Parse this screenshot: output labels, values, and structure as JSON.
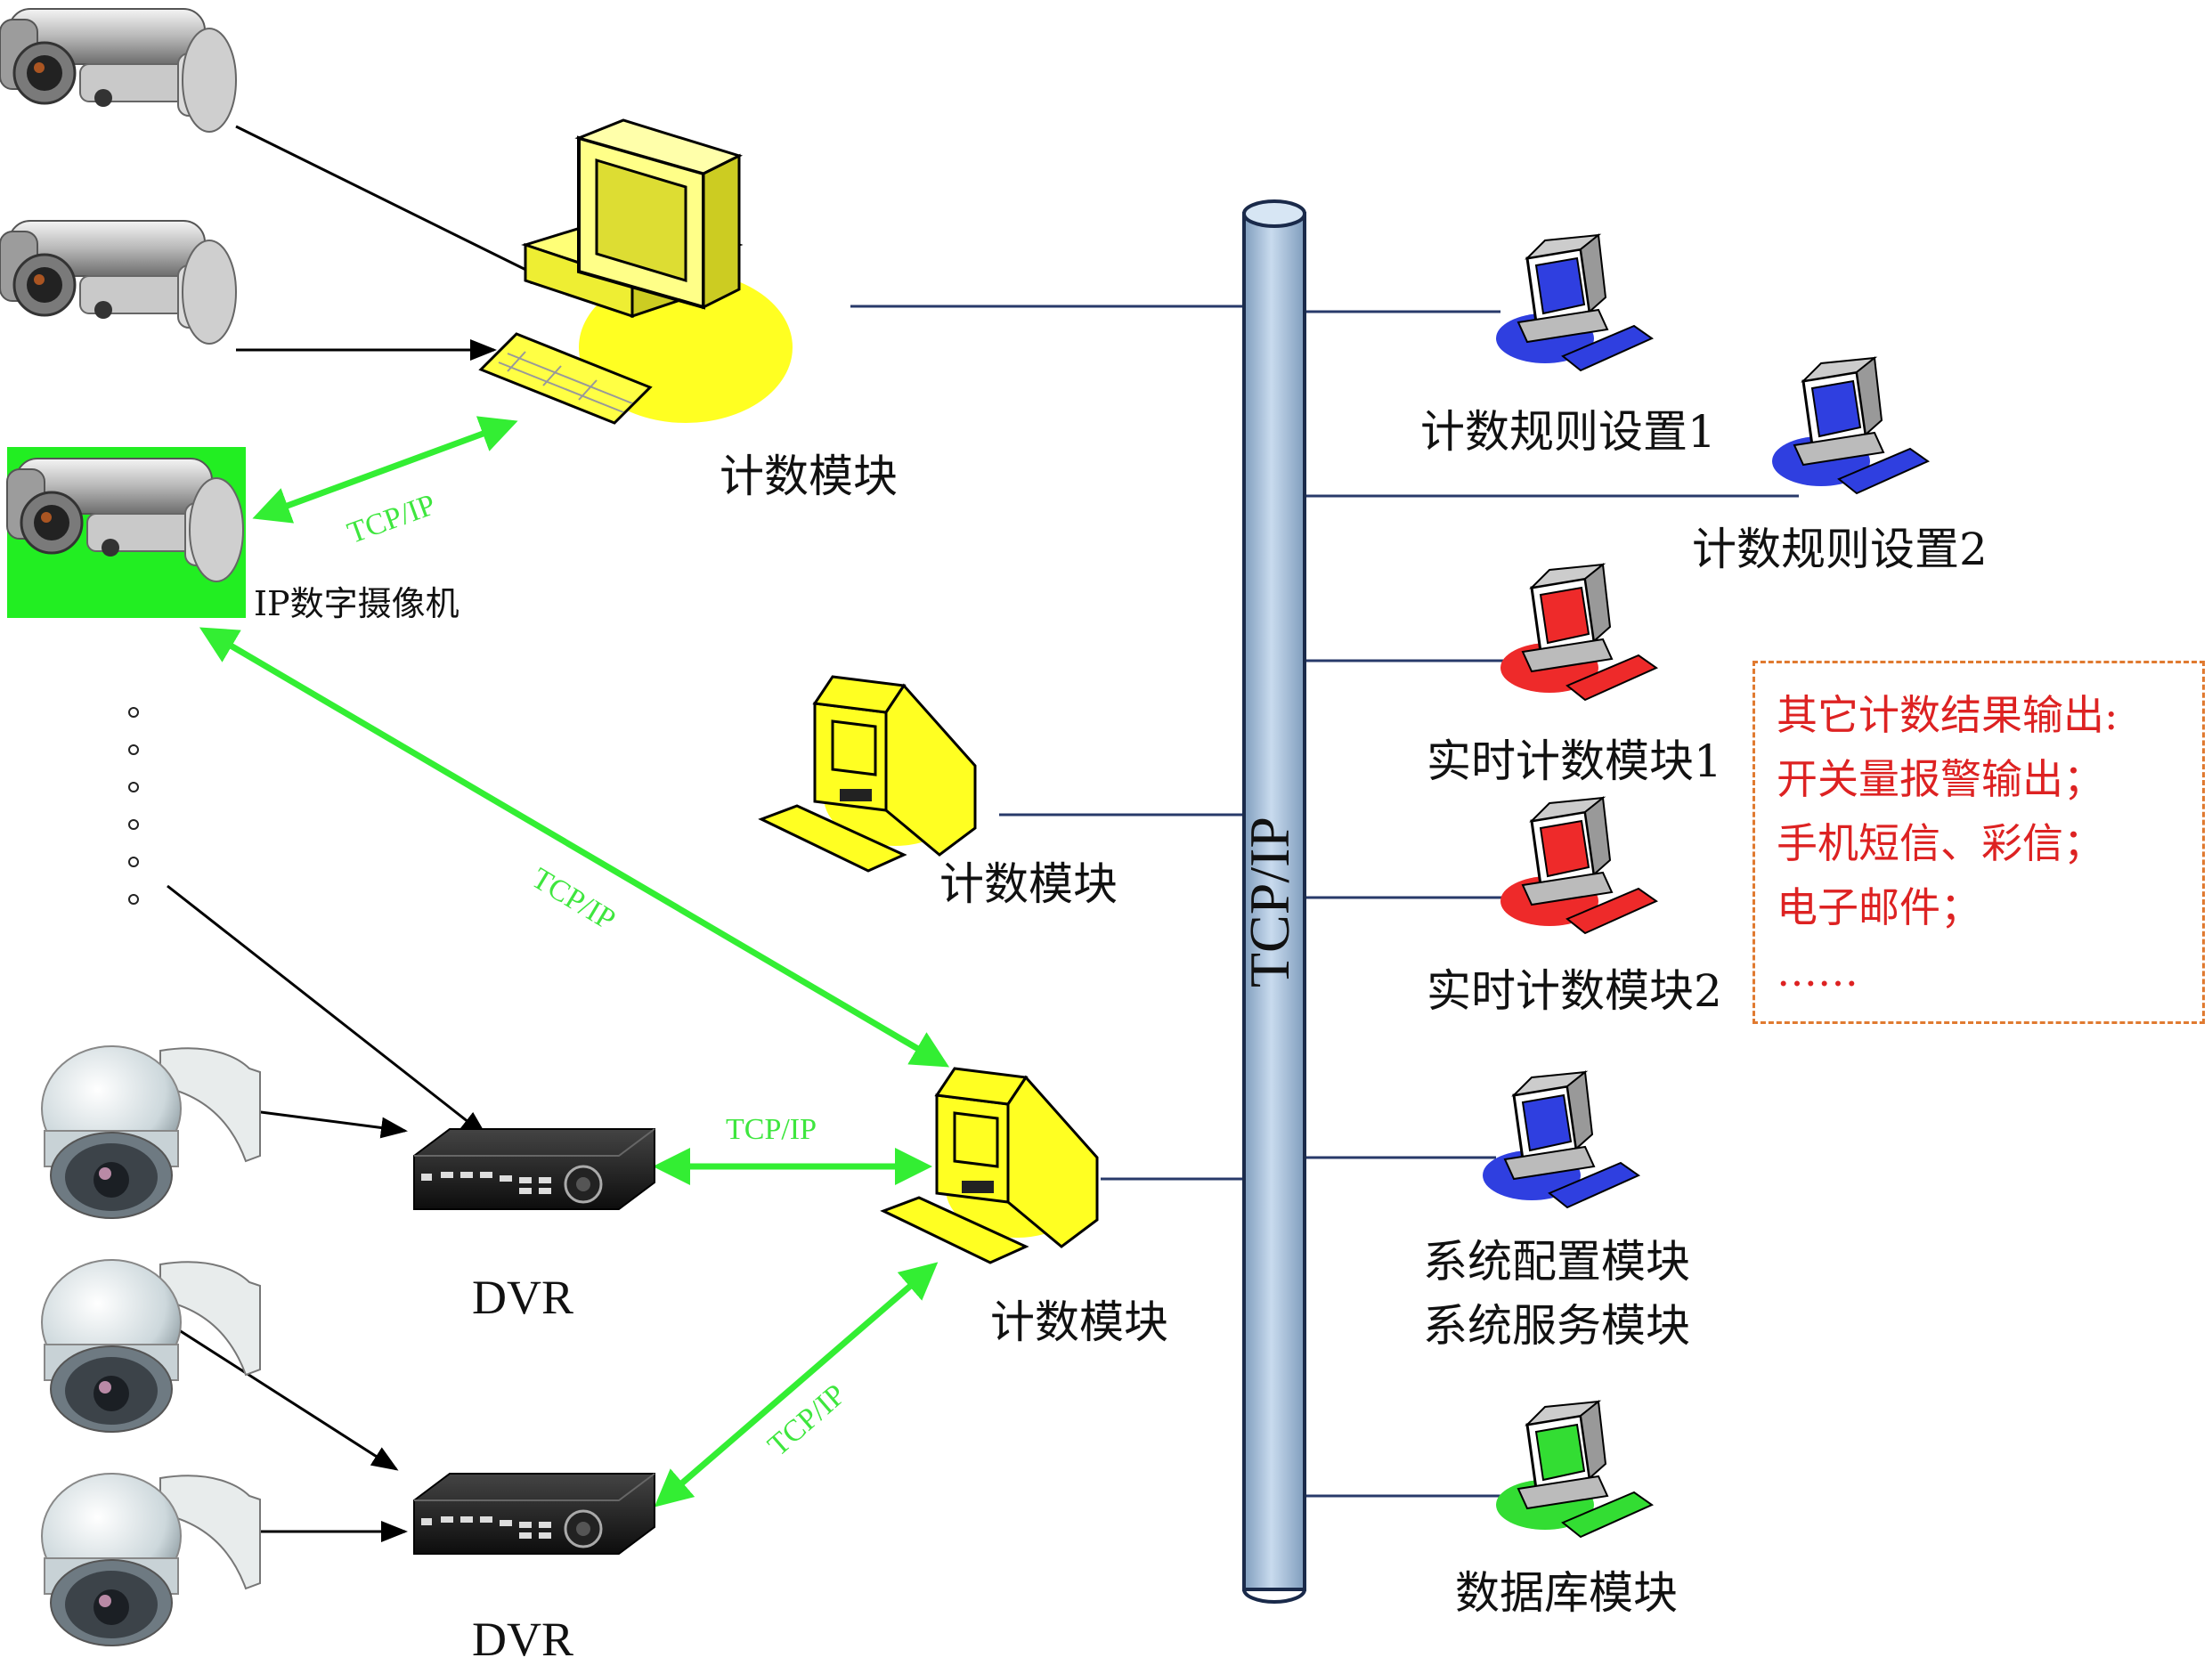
{
  "labels": {
    "counting_module_top": "计数模块",
    "counting_module_mid": "计数模块",
    "counting_module_bottom": "计数模块",
    "ip_camera": "IP数字摄像机",
    "dvr_1": "DVR",
    "dvr_2": "DVR",
    "bus": "TCP/IP",
    "tcp_link_camera_top": "TCP/IP",
    "tcp_link_camera_bottom": "TCP/IP",
    "tcp_link_dvr1": "TCP/IP",
    "tcp_link_dvr2": "TCP/IP",
    "rule_setting_1": "计数规则设置1",
    "rule_setting_2": "计数规则设置2",
    "realtime_1": "实时计数模块1",
    "realtime_2": "实时计数模块2",
    "sys_config": "系统配置模块",
    "sys_service": "系统服务模块",
    "database": "数据库模块"
  },
  "note": {
    "lines": [
      "其它计数结果输出:",
      "开关量报警输出；",
      "手机短信、彩信；",
      "电子邮件；",
      "……"
    ]
  },
  "colors": {
    "tcp_link": "#33ee33",
    "bus_fill": "#a9c3df",
    "note_text": "#dd2222",
    "note_border": "#e07a30",
    "module_yellow": "#ffff22",
    "client_blue": "#2f3fe0",
    "client_red": "#ee2a2a",
    "client_green": "#33dd33"
  },
  "icons": [
    "bullet-camera-icon",
    "dome-camera-icon",
    "dvr-icon",
    "computer-icon"
  ]
}
